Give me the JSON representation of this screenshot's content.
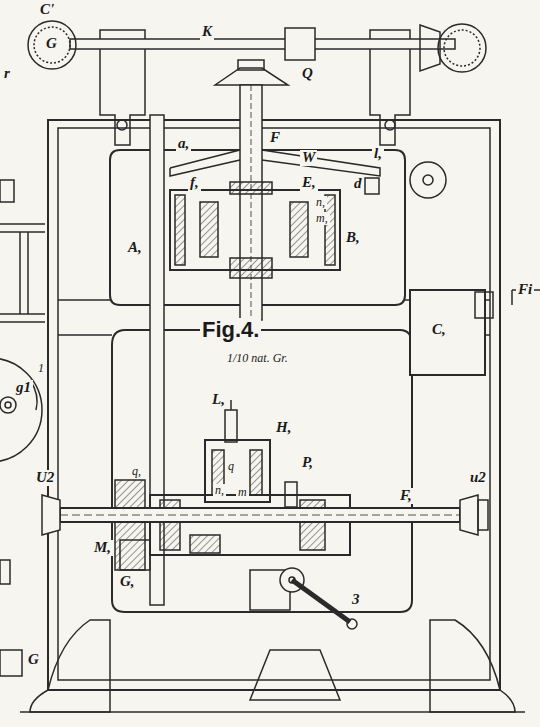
{
  "diagram": {
    "labels": [
      "C'",
      "G",
      "K",
      "Q",
      "a,",
      "l,",
      "F",
      "W",
      "f,",
      "E,",
      "d",
      "B,",
      "n,",
      "m,",
      "A,",
      "Fig.4.",
      "1/10 nat. Gr.",
      "C,",
      "L,",
      "H,",
      "q",
      "P,",
      "n,",
      "m",
      "U2",
      "u2",
      "F,",
      "G,",
      "M,",
      "q,",
      "3",
      "g1",
      "G",
      "Fi",
      "r",
      "1"
    ]
  }
}
